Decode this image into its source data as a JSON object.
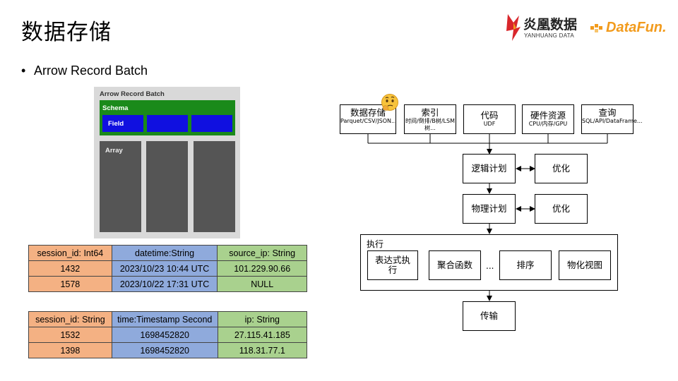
{
  "slide": {
    "title": "数据存储",
    "bullet": "Arrow Record Batch"
  },
  "logos": {
    "yanhuang_cn": "炎凰数据",
    "yanhuang_en": "YANHUANG DATA",
    "datafun": "DataFun."
  },
  "arrow_batch": {
    "title": "Arrow Record Batch",
    "schema_label": "Schema",
    "field_label": "Field",
    "array_label": "Array"
  },
  "table1": {
    "headers": [
      "session_id: Int64",
      "datetime:String",
      "source_ip: String"
    ],
    "rows": [
      [
        "1432",
        "2023/10/23 10:44 UTC",
        "101.229.90.66"
      ],
      [
        "1578",
        "2023/10/22 17:31 UTC",
        "NULL"
      ]
    ]
  },
  "table2": {
    "headers": [
      "session_id: String",
      "time:Timestamp Second",
      "ip: String"
    ],
    "rows": [
      [
        "1532",
        "1698452820",
        "27.115.41.185"
      ],
      [
        "1398",
        "1698452820",
        "118.31.77.1"
      ]
    ]
  },
  "flow": {
    "top_boxes": [
      {
        "main": "数据存储",
        "sub": "Parquet/CSV/JSON..."
      },
      {
        "main": "索引",
        "sub": "时间/倒排/B树/LSM树..."
      },
      {
        "main": "代码",
        "sub": "UDF"
      },
      {
        "main": "硬件资源",
        "sub": "CPU/内存/GPU"
      },
      {
        "main": "查询",
        "sub": "SQL/API/DataFrame..."
      }
    ],
    "logical_plan": "逻辑计划",
    "physical_plan": "物理计划",
    "optimize1": "优化",
    "optimize2": "优化",
    "execution": "执行",
    "exec_items": [
      "表达式执行",
      "聚合函数",
      "排序",
      "物化视图"
    ],
    "ellipsis": "...",
    "transfer": "传输"
  }
}
